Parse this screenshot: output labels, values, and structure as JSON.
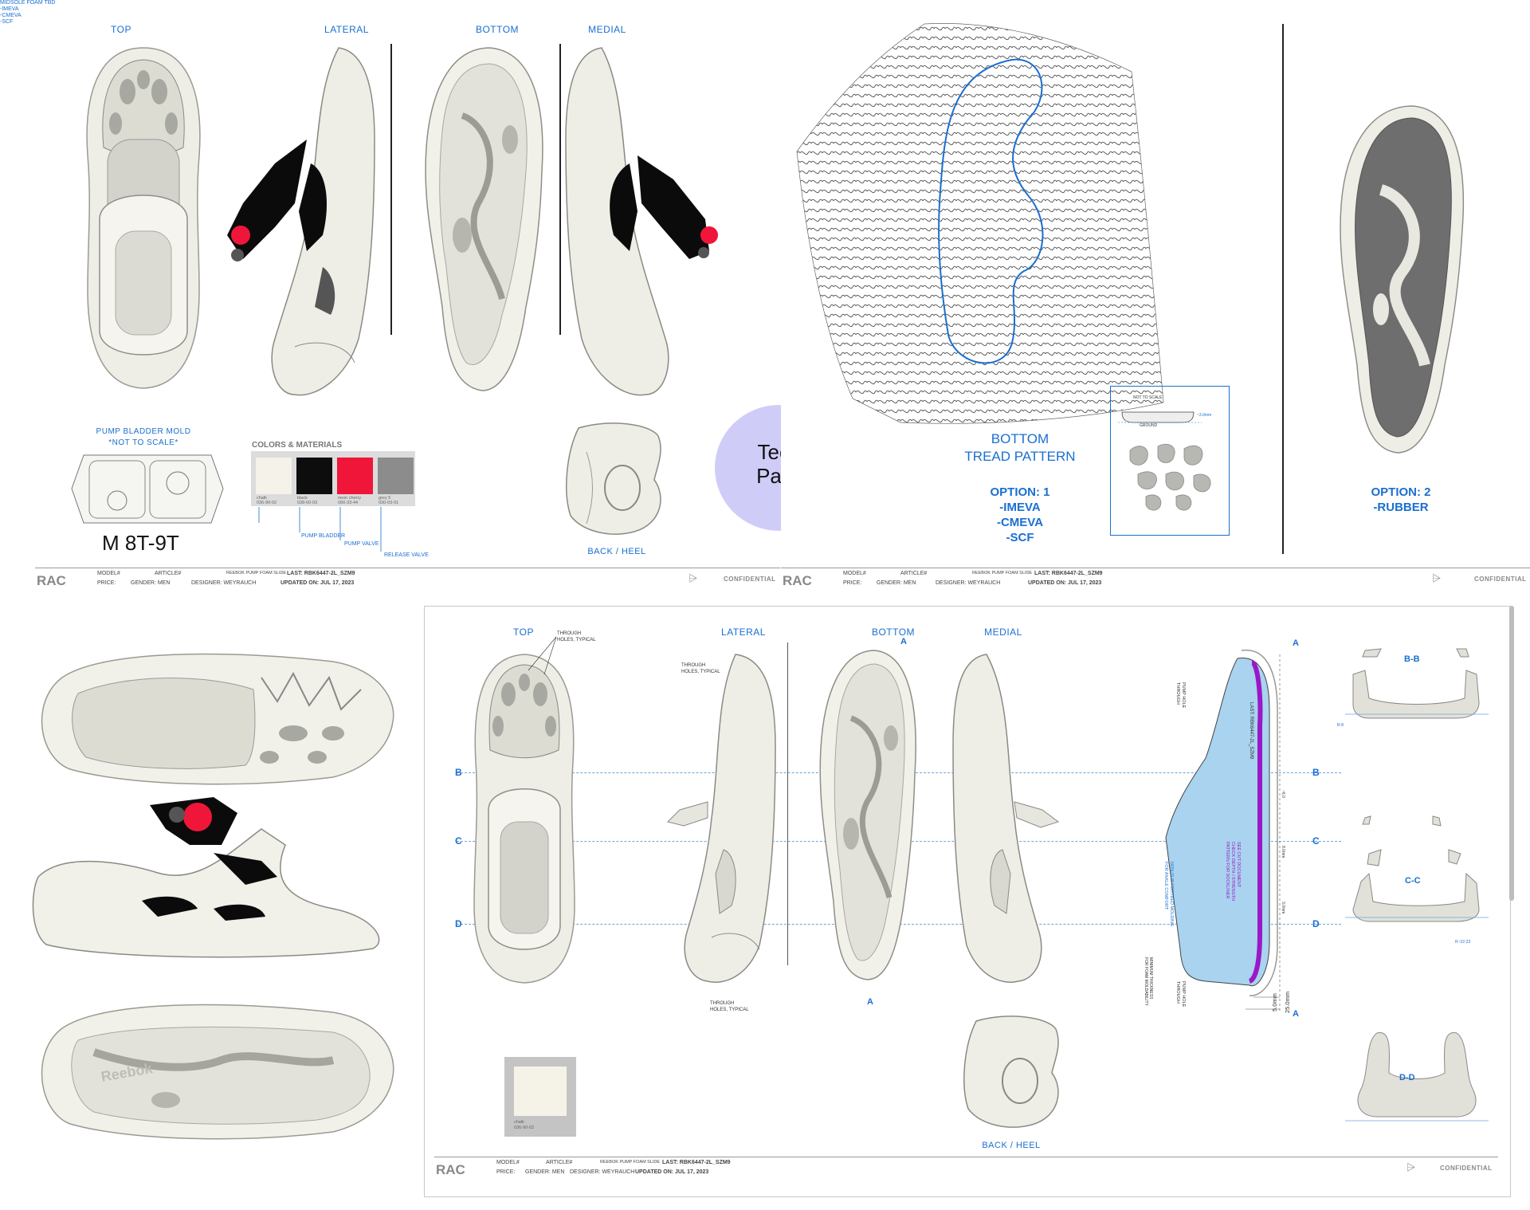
{
  "sheet1": {
    "views": {
      "top": "TOP",
      "lateral": "LATERAL",
      "bottom": "BOTTOM",
      "medial": "MEDIAL",
      "back_heel": "BACK / HEEL"
    },
    "pump_title": "PUMP BLADDER MOLD",
    "pump_note": "*NOT TO SCALE*",
    "size_range": "M 8T-9T",
    "colors_title": "COLORS & MATERIALS",
    "swatches": [
      {
        "name": "chalk",
        "code": "036-90-02",
        "hex": "#f4f2e9"
      },
      {
        "name": "black",
        "code": "038-60-03",
        "hex": "#0d0d0d"
      },
      {
        "name": "neon cherry",
        "code": "090-33-44",
        "hex": "#f0163a"
      },
      {
        "name": "grey 5",
        "code": "030-03-01",
        "hex": "#8c8c8c"
      }
    ],
    "callouts": {
      "midsole": [
        "MIDSOLE FOAM TBD",
        "-IMEVA",
        "-CMEVA",
        "-SCF"
      ],
      "bladder": "PUMP BLADDER",
      "valve": "PUMP VALVE",
      "release": "RELEASE VALVE"
    },
    "badge": [
      "Tech",
      "Pack"
    ]
  },
  "sheet2": {
    "tread_title": [
      "BOTTOM",
      "TREAD PATTERN"
    ],
    "option1": [
      "OPTION: 1",
      "-IMEVA",
      "-CMEVA",
      "-SCF"
    ],
    "option2": [
      "OPTION: 2",
      "-RUBBER"
    ],
    "detail_not_to_scale": "NOT TO SCALE",
    "detail_ground": "GROUND",
    "detail_dim": "~3.0mm"
  },
  "titleblocks": {
    "rac": "RAC",
    "model": "MODEL#",
    "article": "ARTICLE#",
    "name": "REEBOK PUMP FOAM SLIDE",
    "last": "LAST: RBK6447-2L_SZM9",
    "price": "PRICE:",
    "gender": "GENDER: MEN",
    "designer": "DESIGNER: WEYRAUCH",
    "updated": "UPDATED ON: JUL 17, 2023",
    "confidential": "CONFIDENTIAL"
  },
  "sheet3": {
    "views": {
      "top": "TOP",
      "lateral": "LATERAL",
      "bottom": "BOTTOM",
      "medial": "MEDIAL",
      "back_heel": "BACK / HEEL"
    },
    "callouts": {
      "through_top": [
        "THROUGH",
        "HOLES, TYPICAL"
      ],
      "through_lat": [
        "THROUGH",
        "HOLES, TYPICAL"
      ],
      "through_bot": [
        "THROUGH",
        "HOLES, TYPICAL"
      ],
      "last_label": "LAST: RBK6447-2L_SZM9",
      "cut_note": [
        "SEE CUT DOCUMENT",
        "CHECK DEPTH / STRENGTH",
        "PATTERN FOR SOCKLINER"
      ],
      "dim_5": "5.0mm",
      "dim_25": "25.0mm",
      "dim_side_b": "~6.0",
      "dim_side_c": "8.0mm",
      "dim_side_d": "3.0mm",
      "pump_hole": [
        "PUMP HOLE",
        "THROUGH"
      ],
      "pump_hole2": [
        "PUMP HOLE",
        "THROUGH"
      ],
      "nonslip": [
        "NON-SLIP FOOTBED MOLDING",
        "FOR ANKLE COMFORT"
      ],
      "minimum": [
        "MINIMUM THICKNESS",
        "FOR FOAM MOLDABILITY"
      ]
    },
    "row_labels": [
      "B",
      "C",
      "D"
    ],
    "section_letter": "A",
    "sections": [
      "B-B",
      "C-C",
      "D-D"
    ],
    "section_dims": {
      "bb": "R-8",
      "dd": "R~22-23"
    },
    "chalk_swatch": {
      "name": "chalk",
      "code": "036-90-02"
    }
  }
}
